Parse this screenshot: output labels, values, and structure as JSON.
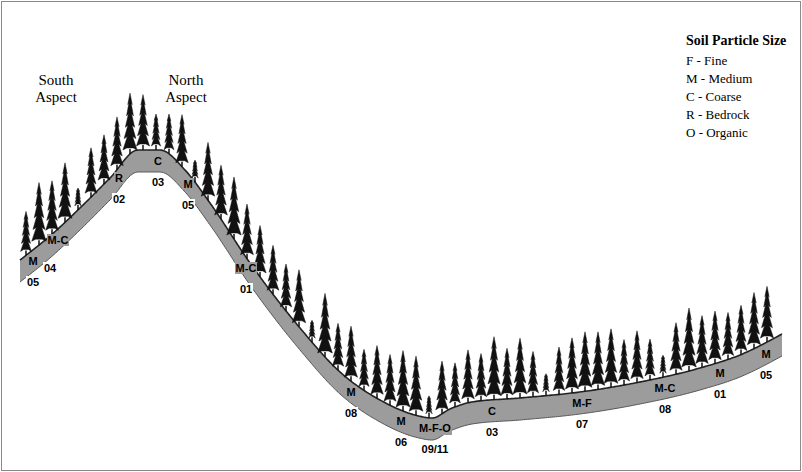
{
  "diagram": {
    "labels": [
      "South Aspect",
      "North Aspect",
      "Soil Particle Size",
      "M",
      "05",
      "M-C",
      "04",
      "R",
      "02",
      "C",
      "03",
      "M",
      "05",
      "M-C",
      "01",
      "M",
      "08",
      "M",
      "06",
      "M-F-O",
      "09/11",
      "C",
      "03",
      "M-F",
      "07",
      "M-C",
      "08",
      "M",
      "01",
      "M",
      "05"
    ],
    "legend": [
      {
        "text": "F - Fine"
      },
      {
        "text": "M - Medium"
      },
      {
        "text": "C - Coarse"
      },
      {
        "text": "R - Bedrock"
      },
      {
        "text": "O - Organic"
      }
    ]
  }
}
